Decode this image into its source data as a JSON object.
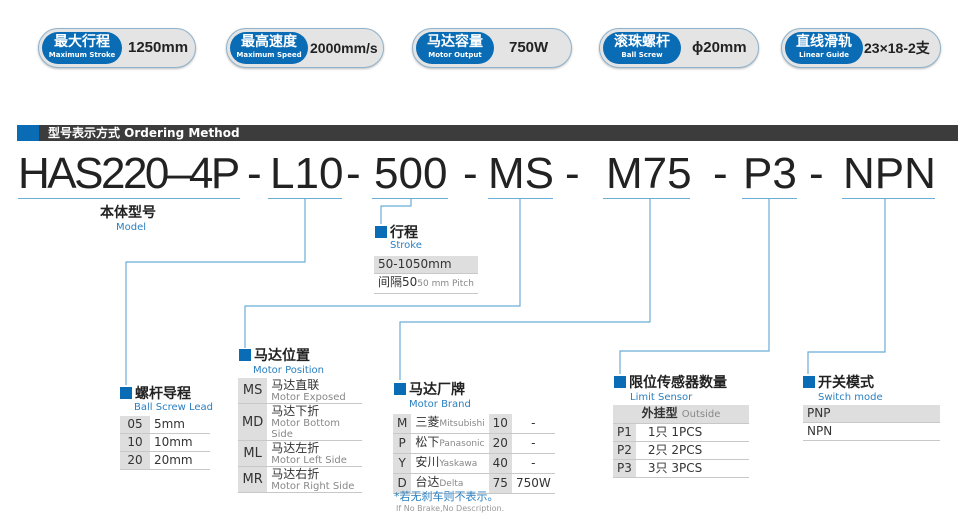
{
  "specs": [
    {
      "cn": "最大行程",
      "en": "Maximum Stroke",
      "value": "1250mm"
    },
    {
      "cn": "最高速度",
      "en": "Maximum Speed",
      "value": "2000mm/s"
    },
    {
      "cn": "马达容量",
      "en": "Motor Output",
      "value": "750W"
    },
    {
      "cn": "滚珠螺杆",
      "en": "Ball Screw",
      "value": "ϕ20mm"
    },
    {
      "cn": "直线滑轨",
      "en": "Linear Guide",
      "value": "23×18-2支"
    }
  ],
  "section_title": "型号表示方式  Ordering Method",
  "code": {
    "model": "HAS220–4P",
    "lead": "L10",
    "stroke": "500",
    "position": "MS",
    "brand": "M75",
    "sensor": "P3",
    "switch": "NPN",
    "sep": "-"
  },
  "model": {
    "cn": "本体型号",
    "en": "Model"
  },
  "stroke": {
    "cn": "行程",
    "en": "Stroke",
    "range": "50-1050mm",
    "pitch_cn": "间隔50",
    "pitch_en": "50 mm Pitch"
  },
  "ball_screw": {
    "cn": "螺杆导程",
    "en": "Ball Screw Lead",
    "rows": [
      [
        "05",
        "5mm"
      ],
      [
        "10",
        "10mm"
      ],
      [
        "20",
        "20mm"
      ]
    ]
  },
  "motor_position": {
    "cn": "马达位置",
    "en": "Motor Position",
    "rows": [
      {
        "code": "MS",
        "cn": "马达直联",
        "en": "Motor Exposed"
      },
      {
        "code": "MD",
        "cn": "马达下折",
        "en": "Motor Bottom Side"
      },
      {
        "code": "ML",
        "cn": "马达左折",
        "en": "Motor Left Side"
      },
      {
        "code": "MR",
        "cn": "马达右折",
        "en": "Motor Right Side"
      }
    ]
  },
  "motor_brand": {
    "cn": "马达厂牌",
    "en": "Motor Brand",
    "rows": [
      {
        "code": "M",
        "cn": "三菱",
        "en": "Mitsubishi",
        "num": "10",
        "power": "-"
      },
      {
        "code": "P",
        "cn": "松下",
        "en": "Panasonic",
        "num": "20",
        "power": "-"
      },
      {
        "code": "Y",
        "cn": "安川",
        "en": "Yaskawa",
        "num": "40",
        "power": "-"
      },
      {
        "code": "D",
        "cn": "台达",
        "en": "Delta",
        "num": "75",
        "power": "750W"
      }
    ],
    "note_cn": "*若无刹车则不表示。",
    "note_en": "If No Brake,No Description."
  },
  "limit_sensor": {
    "cn": "限位传感器数量",
    "en": "Limit Sensor",
    "type_cn": "外挂型",
    "type_en": "Outside",
    "rows": [
      [
        "P1",
        "1只 1PCS"
      ],
      [
        "P2",
        "2只 2PCS"
      ],
      [
        "P3",
        "3只 3PCS"
      ]
    ]
  },
  "switch_mode": {
    "cn": "开关模式",
    "en": "Switch mode",
    "rows": [
      "PNP",
      "NPN"
    ]
  }
}
